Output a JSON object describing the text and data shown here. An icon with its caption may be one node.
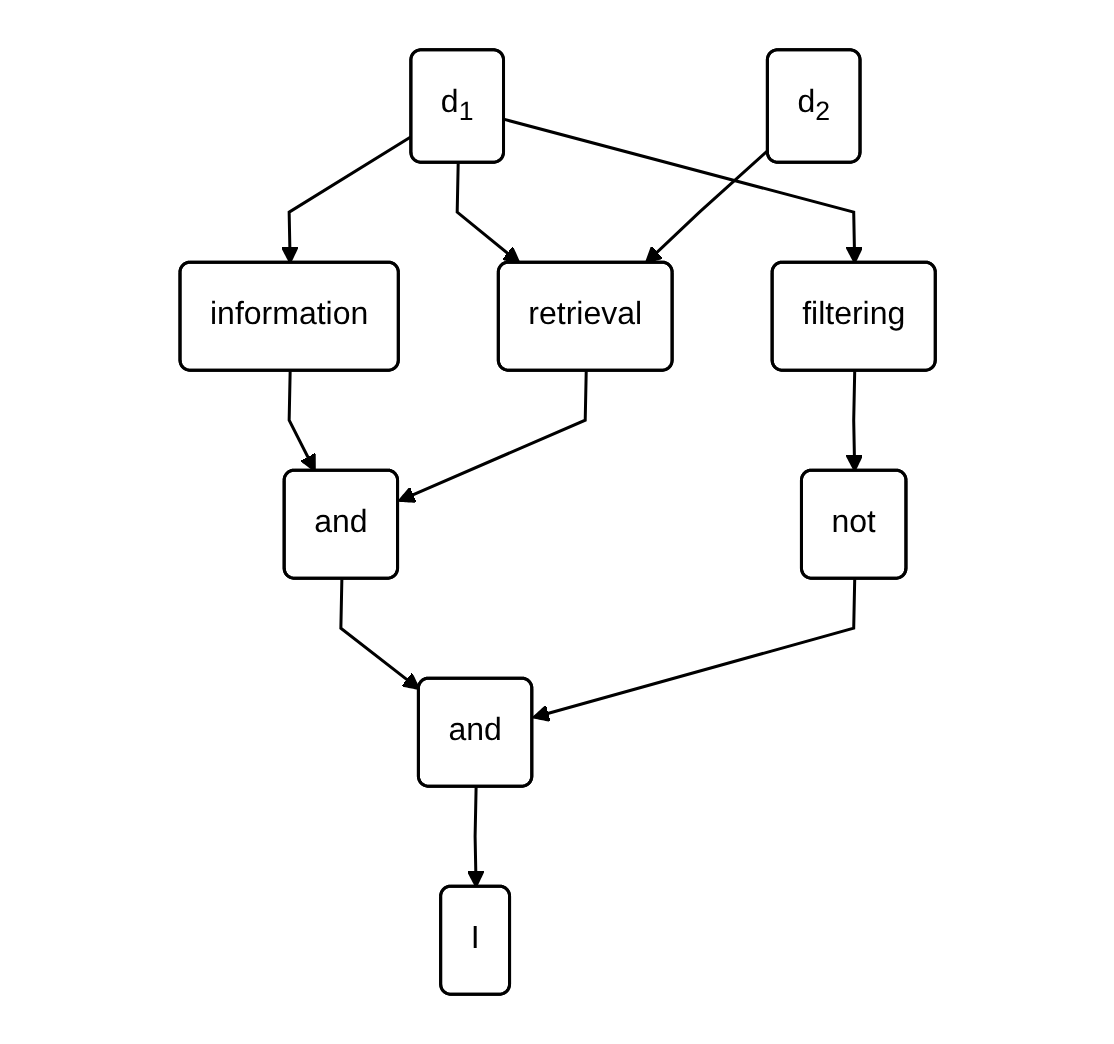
{
  "diagram": {
    "nodes": [
      {
        "text": [
          "d$_{1}$"
        ]
      },
      {
        "text": [
          "d$_{2}$"
        ]
      },
      {
        "text": [
          "information"
        ]
      },
      {
        "text": [
          "retrieval"
        ]
      },
      {
        "text": [
          "filtering"
        ]
      },
      {
        "text": [
          "and"
        ]
      },
      {
        "text": [
          "not"
        ]
      },
      {
        "text": [
          "and"
        ]
      },
      {
        "text": [
          "I"
        ]
      }
    ],
    "edges": [
      {
        "from": 0,
        "to": 2,
        "arrow": "to"
      },
      {
        "from": 0,
        "to": 3,
        "arrow": "to"
      },
      {
        "from": 0,
        "to": 4,
        "arrow": "to"
      },
      {
        "from": 1,
        "to": 3,
        "arrow": "to"
      },
      {
        "from": 2,
        "to": 5,
        "arrow": "to"
      },
      {
        "from": 3,
        "to": 5,
        "arrow": "to"
      },
      {
        "from": 4,
        "to": 6,
        "arrow": "to"
      },
      {
        "from": 5,
        "to": 7,
        "arrow": "to"
      },
      {
        "from": 6,
        "to": 7,
        "arrow": "to"
      },
      {
        "from": 7,
        "to": 8,
        "arrow": "to"
      }
    ]
  }
}
